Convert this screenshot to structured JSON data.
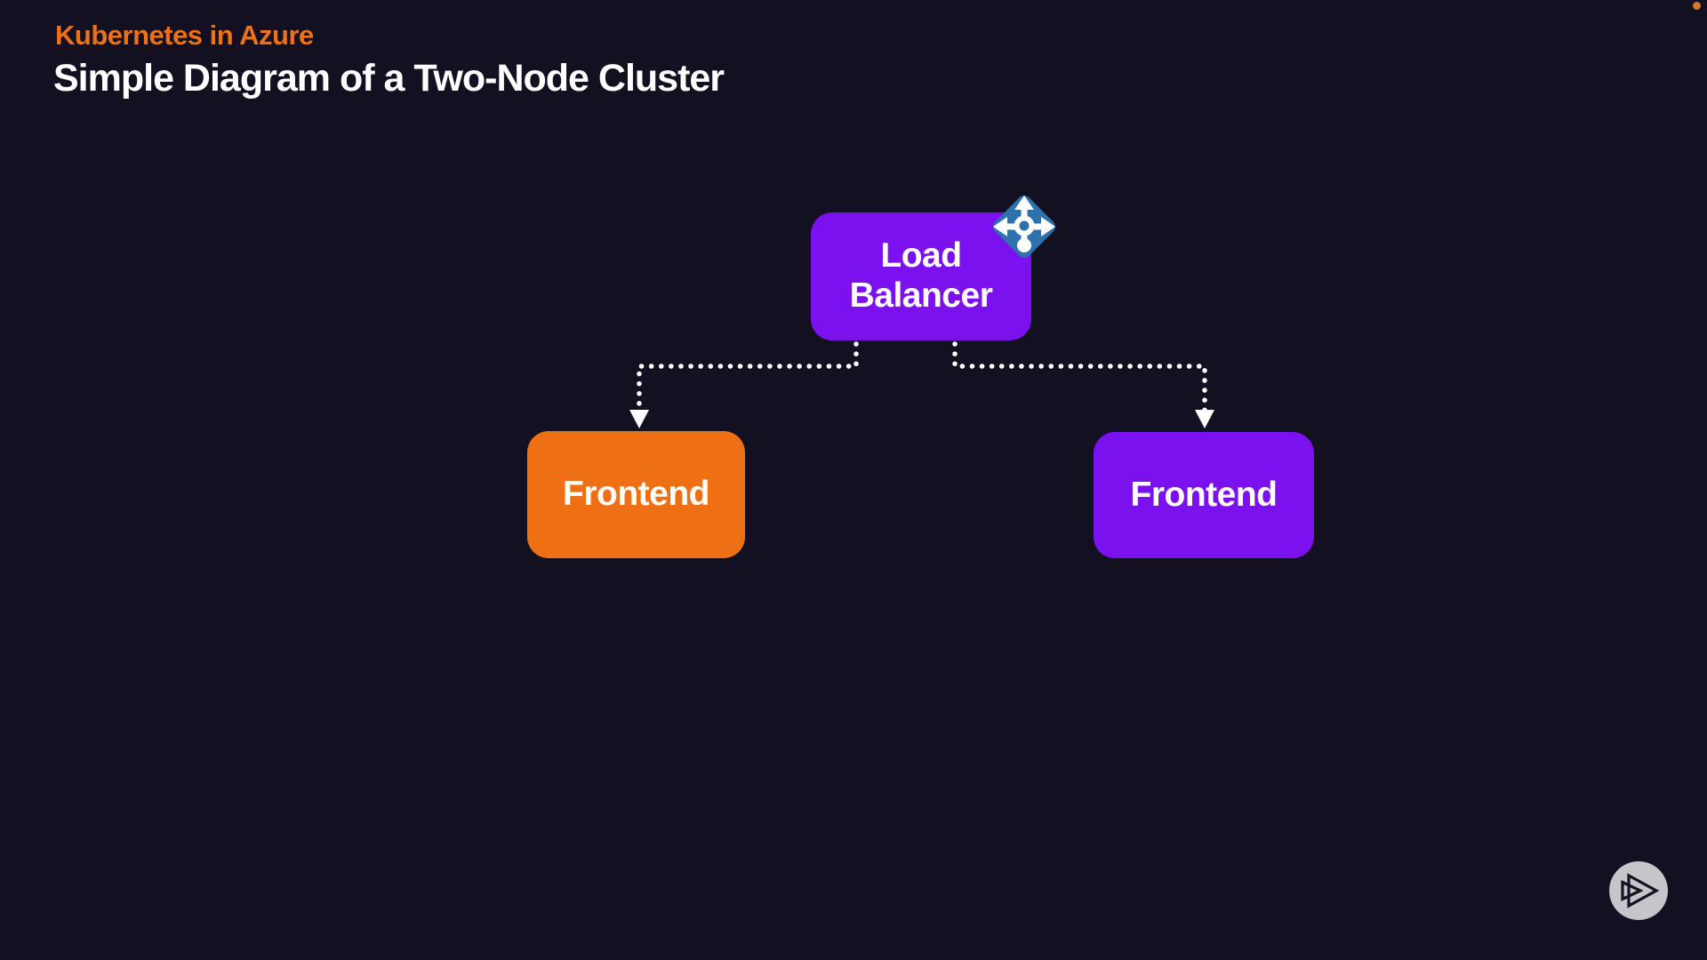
{
  "slide": {
    "eyebrow": "Kubernetes in Azure",
    "title": "Simple Diagram of a Two-Node Cluster"
  },
  "diagram": {
    "nodes": [
      {
        "id": "load-balancer",
        "label": "Load Balancer",
        "shape": "rounded-rect",
        "fill": "#7a11ee",
        "text_color": "#ffffff",
        "badge_icon": "azure-load-balancer"
      },
      {
        "id": "frontend-left",
        "label": "Frontend",
        "shape": "rounded-rect",
        "fill": "#ee6f14",
        "text_color": "#ffffff"
      },
      {
        "id": "frontend-right",
        "label": "Frontend",
        "shape": "rounded-rect",
        "fill": "#7a11ee",
        "text_color": "#ffffff"
      }
    ],
    "edges": [
      {
        "from": "load-balancer",
        "to": "frontend-left",
        "style": "dotted",
        "color": "#ffffff",
        "arrow": "target"
      },
      {
        "from": "load-balancer",
        "to": "frontend-right",
        "style": "dotted",
        "color": "#ffffff",
        "arrow": "target"
      }
    ],
    "icon_colors": {
      "azure_load_balancer_fill": "#2d71ad",
      "azure_load_balancer_glyph": "#ffffff"
    }
  },
  "branding": {
    "logo": "pluralsight-play-logo",
    "circle_color": "#c5c6ca",
    "glyph_color": "#16121f"
  },
  "indicators": {
    "corner_dot_color": "#cf7a2f"
  },
  "theme": {
    "background": "#131021",
    "accent_orange": "#ee7118",
    "accent_purple": "#7a11ee",
    "text": "#ffffff"
  }
}
